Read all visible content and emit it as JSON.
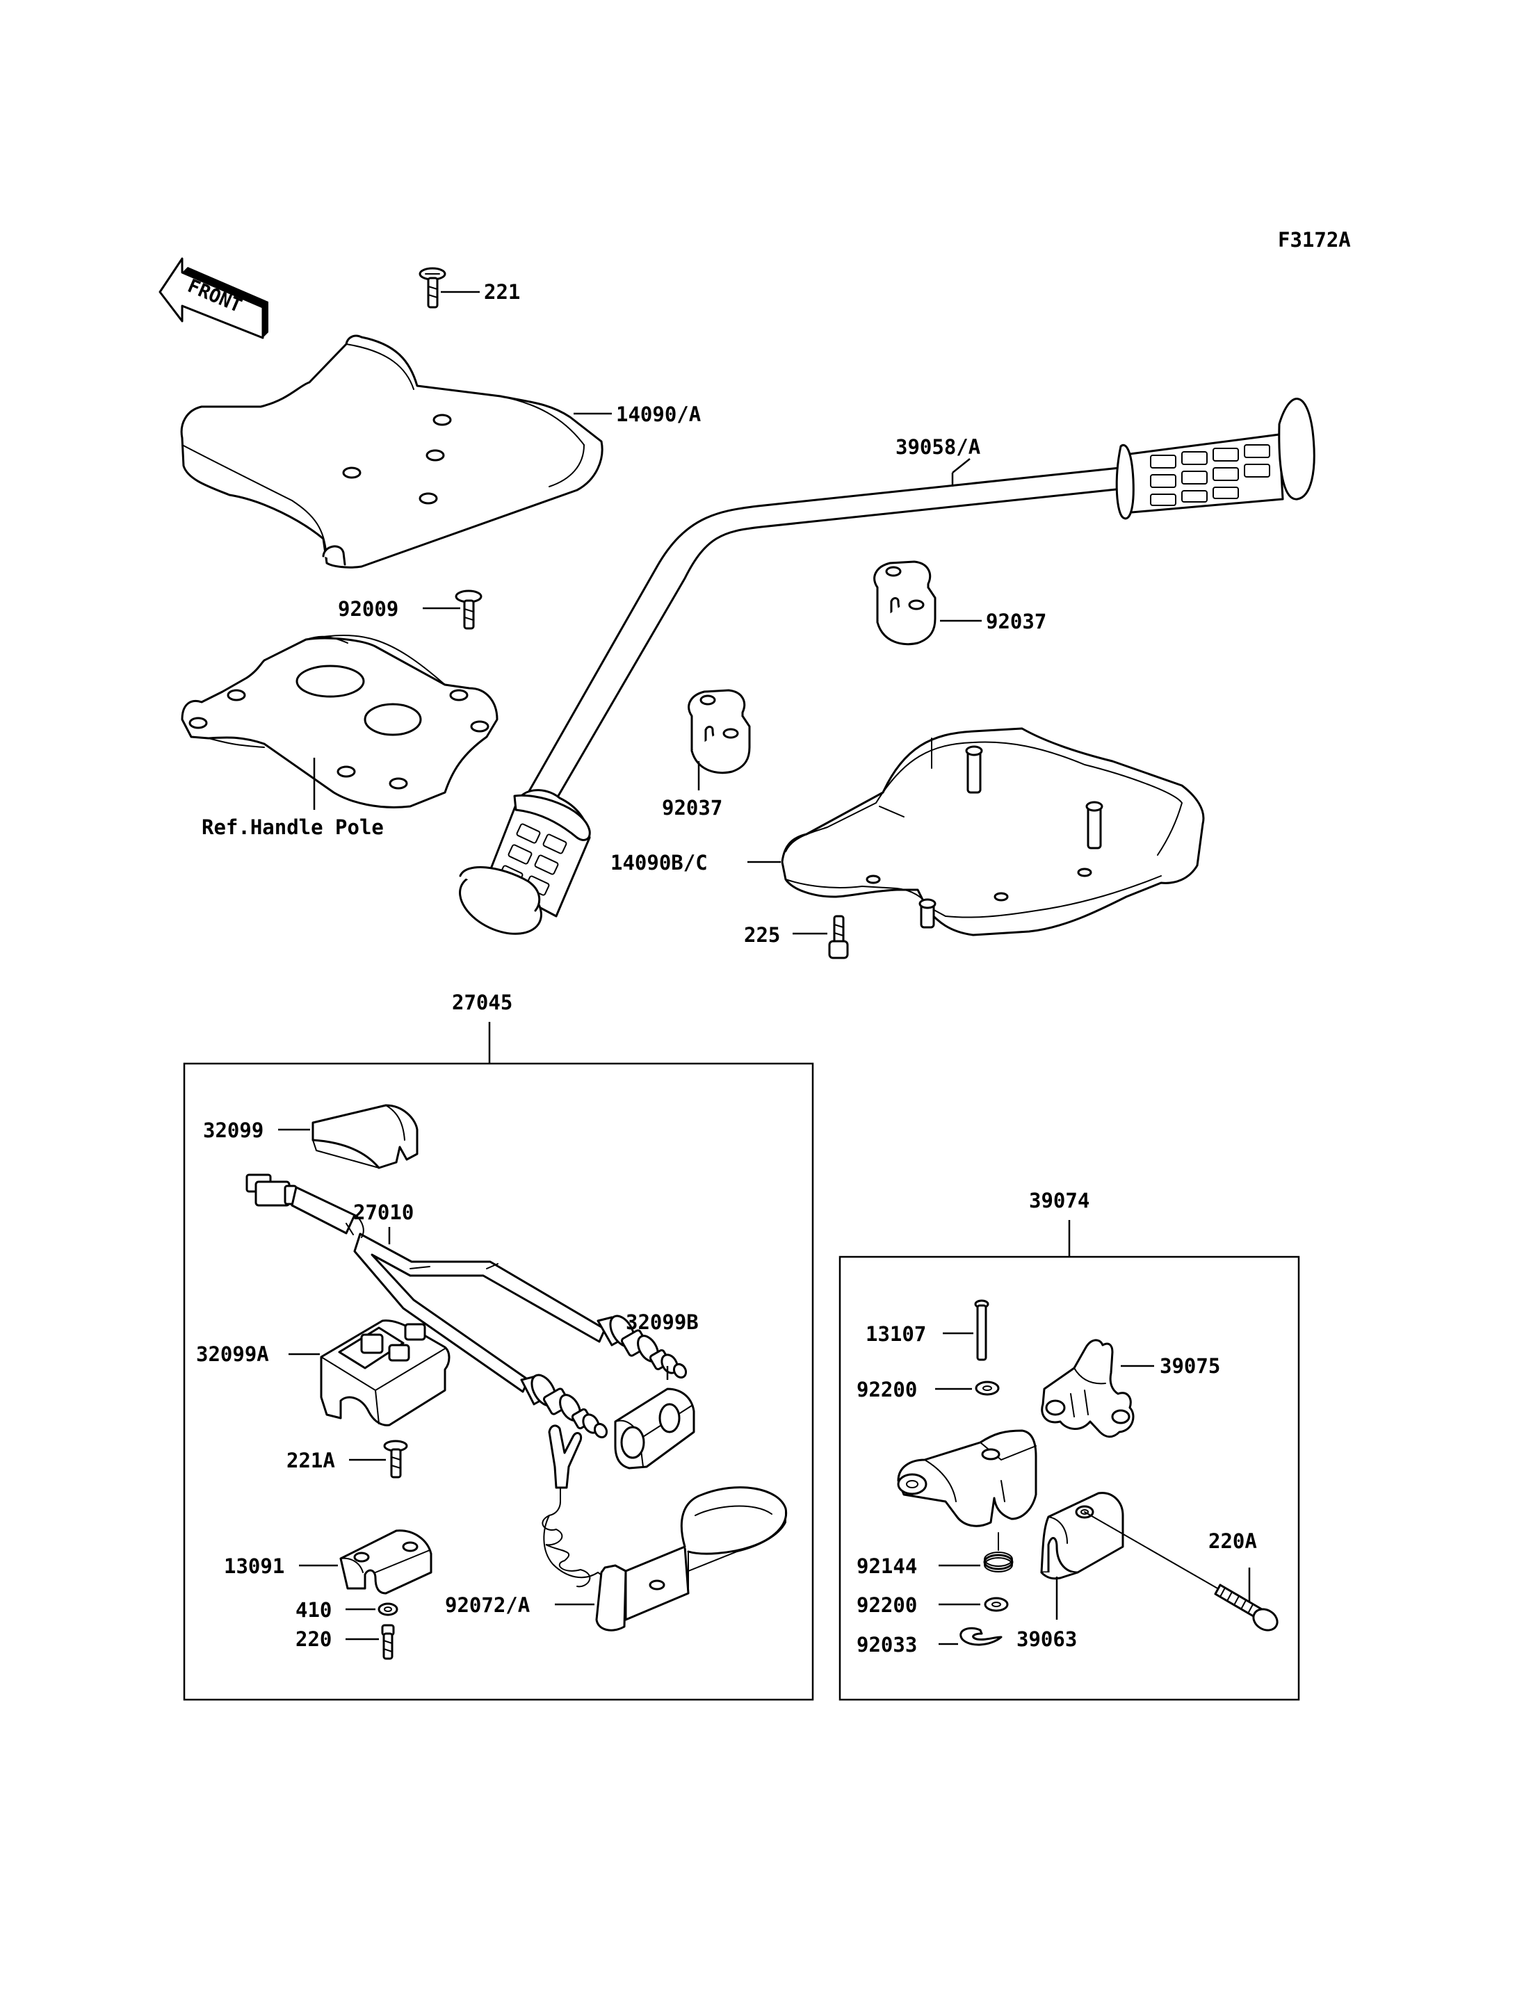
{
  "figure_code": "F3172A",
  "front_label": "FRONT",
  "callouts": {
    "c221": "221",
    "c14090A": "14090/A",
    "c39058A": "39058/A",
    "c92009": "92009",
    "c92037a": "92037",
    "c92037b": "92037",
    "cRefHandlePole": "Ref.Handle Pole",
    "c14090BC": "14090B/C",
    "c225": "225",
    "c27045": "27045",
    "c32099": "32099",
    "c27010": "27010",
    "c32099B": "32099B",
    "c32099A": "32099A",
    "c221A": "221A",
    "c13091": "13091",
    "c410": "410",
    "c220": "220",
    "c92072A": "92072/A",
    "c39074": "39074",
    "c13107": "13107",
    "c39075": "39075",
    "c92200a": "92200",
    "c92144": "92144",
    "c92200b": "92200",
    "c92033": "92033",
    "c39063": "39063",
    "c220A": "220A"
  }
}
